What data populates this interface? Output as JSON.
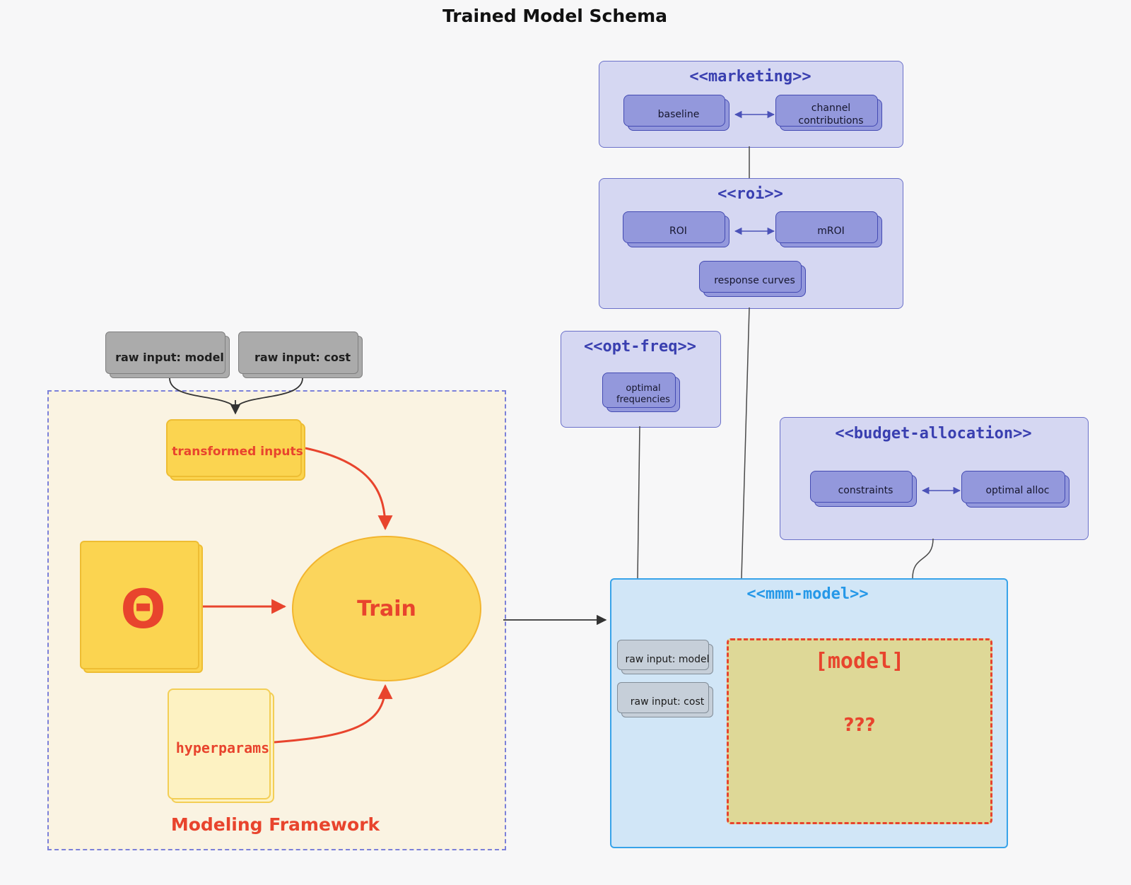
{
  "title": "Trained Model Schema",
  "marketing": {
    "title": "<<marketing>>",
    "baseline": "baseline",
    "channel_contributions": "channel contributions"
  },
  "roi": {
    "title": "<<roi>>",
    "roi": "ROI",
    "mroi": "mROI",
    "response_curves": "response curves"
  },
  "opt_freq": {
    "title": "<<opt-freq>>",
    "optimal_frequencies": "optimal frequencies"
  },
  "budget_allocation": {
    "title": "<<budget-allocation>>",
    "constraints": "constraints",
    "optimal_alloc": "optimal alloc"
  },
  "mmm_model": {
    "title": "<<mmm-model>>",
    "raw_input_model": "raw input: model",
    "raw_input_cost": "raw input: cost",
    "model": "[model]",
    "unknown": "???"
  },
  "framework": {
    "title": "Modeling Framework",
    "raw_input_model": "raw input: model",
    "raw_input_cost": "raw input: cost",
    "transformed_inputs": "transformed inputs",
    "theta": "Θ",
    "train": "Train",
    "hyperparams": "hyperparams"
  },
  "colors": {
    "background": "#f7f7f8",
    "accent_red": "#e8442d",
    "purple_container": "#d5d7f2",
    "purple_node": "#9398dc",
    "purple_title": "#393fb0",
    "blue_container": "#d1e6f7",
    "blue_title": "#2598e8",
    "yellow_node": "#fbd450",
    "pale_yellow_node": "#fdf2c2",
    "khaki_model_box": "#ded897",
    "gray_node": "#ababab",
    "cream_container": "#faf3e2"
  }
}
